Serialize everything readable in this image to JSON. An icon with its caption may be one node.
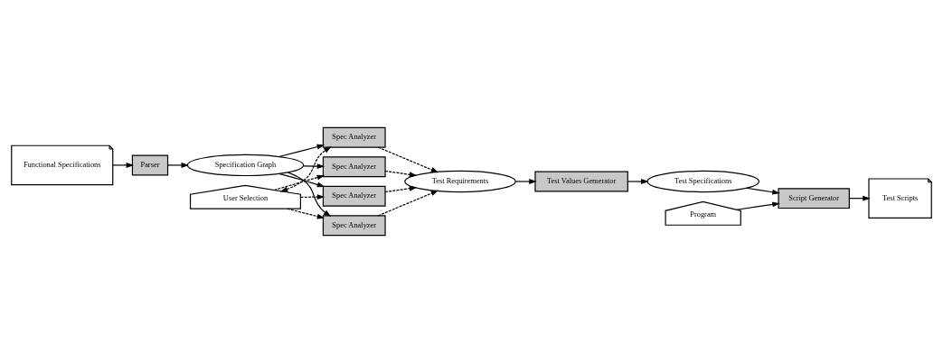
{
  "diagram": {
    "nodes": [
      {
        "text": [
          "Functional Specifications"
        ]
      },
      {
        "text": [
          "Parser"
        ]
      },
      {
        "text": [
          "Specification Graph"
        ]
      },
      {
        "text": [
          "Spec Analyzer"
        ]
      },
      {
        "text": [
          "Spec Analyzer"
        ]
      },
      {
        "text": [
          "Spec Analyzer"
        ]
      },
      {
        "text": [
          "Spec Analyzer"
        ]
      },
      {
        "text": [
          "User Selection"
        ]
      },
      {
        "text": [
          "Test Requirements"
        ]
      },
      {
        "text": [
          "Test Values Gemerator"
        ]
      },
      {
        "text": [
          "Test Specifications"
        ]
      },
      {
        "text": [
          "Program"
        ]
      },
      {
        "text": [
          "Script Generator"
        ]
      },
      {
        "text": [
          "Test Scripts"
        ]
      }
    ],
    "edges": [
      {
        "from": 0,
        "to": 1,
        "arrow": "to"
      },
      {
        "from": 1,
        "to": 2,
        "arrow": "to"
      },
      {
        "from": 2,
        "to": 3,
        "arrow": "to"
      },
      {
        "from": 2,
        "to": 4,
        "arrow": "to"
      },
      {
        "from": 2,
        "to": 5,
        "arrow": "to"
      },
      {
        "from": 2,
        "to": 6,
        "arrow": "to"
      },
      {
        "from": 7,
        "to": 3,
        "arrow": "to",
        "style": "dashed"
      },
      {
        "from": 7,
        "to": 4,
        "arrow": "to",
        "style": "dashed"
      },
      {
        "from": 7,
        "to": 5,
        "arrow": "both",
        "style": "dashed"
      },
      {
        "from": 7,
        "to": 6,
        "arrow": "to",
        "style": "dashed"
      },
      {
        "from": 3,
        "to": 8,
        "arrow": "to",
        "style": "dashed"
      },
      {
        "from": 4,
        "to": 8,
        "arrow": "to",
        "style": "dashed"
      },
      {
        "from": 5,
        "to": 8,
        "arrow": "to",
        "style": "dashed"
      },
      {
        "from": 6,
        "to": 8,
        "arrow": "to",
        "style": "dashed"
      },
      {
        "from": 8,
        "to": 9,
        "arrow": "to"
      },
      {
        "from": 9,
        "to": 10,
        "arrow": "to"
      },
      {
        "from": 10,
        "to": 12,
        "arrow": "to"
      },
      {
        "from": 11,
        "to": 12,
        "arrow": "to"
      },
      {
        "from": 12,
        "to": 13,
        "arrow": "to"
      }
    ]
  }
}
